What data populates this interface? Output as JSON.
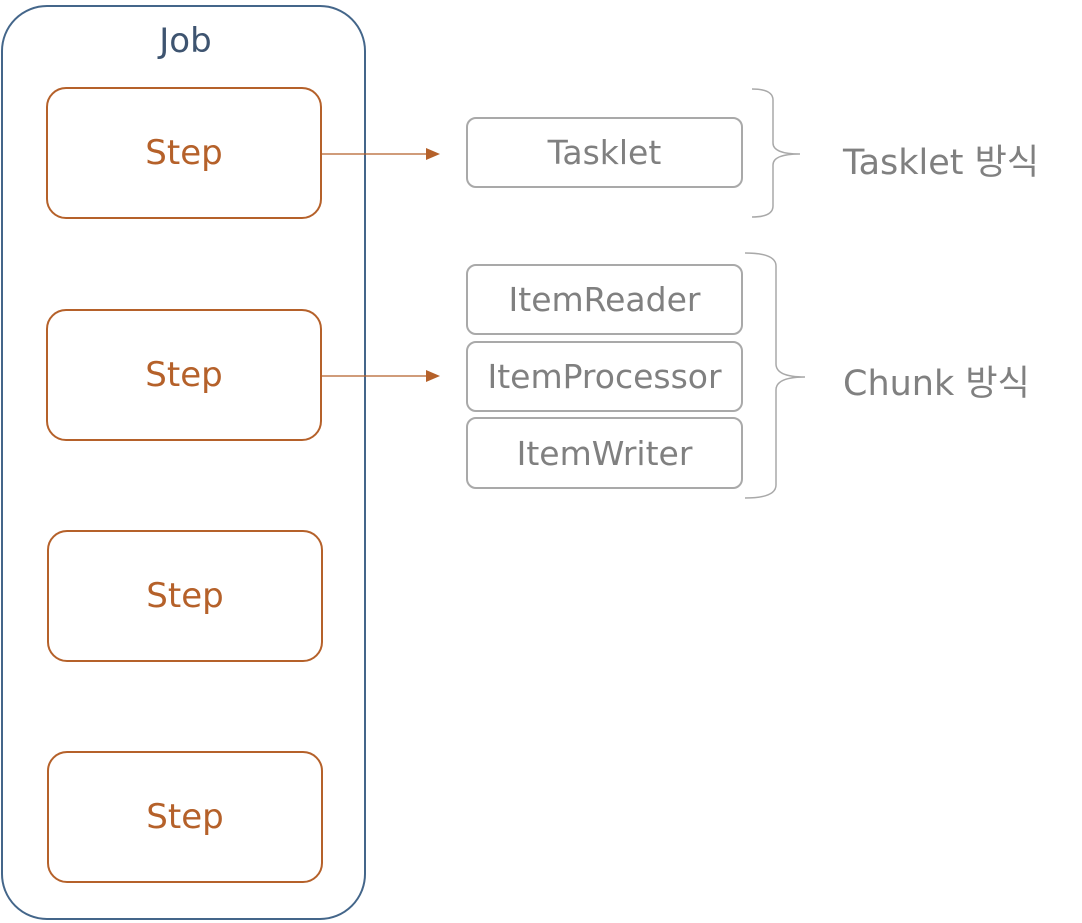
{
  "job": {
    "title": "Job"
  },
  "steps": [
    "Step",
    "Step",
    "Step",
    "Step"
  ],
  "tasklet_group": {
    "items": [
      "Tasklet"
    ],
    "label": "Tasklet 방식"
  },
  "chunk_group": {
    "items": [
      "ItemReader",
      "ItemProcessor",
      "ItemWriter"
    ],
    "label": "Chunk 방식"
  },
  "colors": {
    "job_border": "#44668a",
    "step": "#b5612a",
    "box_border": "#a9a9a9",
    "text_gray": "#808080"
  }
}
